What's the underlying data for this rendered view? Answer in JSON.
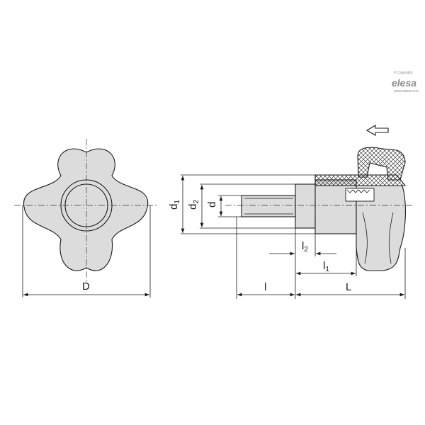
{
  "brand": {
    "copyright": "© Copyright",
    "name": "elesa",
    "url": "www.elesa.com"
  },
  "dimensions": {
    "D": "D",
    "d": "d",
    "d1": {
      "base": "d",
      "sub": "1"
    },
    "d2": {
      "base": "d",
      "sub": "2"
    },
    "l": "l",
    "l1": {
      "base": "l",
      "sub": "1"
    },
    "l2": {
      "base": "l",
      "sub": "2"
    },
    "L": "L"
  },
  "colors": {
    "line": "#1a1a1a",
    "fill": "#dcdcdc",
    "brand": "#8a8a8a"
  },
  "icons": [
    "direction-arrow-icon"
  ]
}
